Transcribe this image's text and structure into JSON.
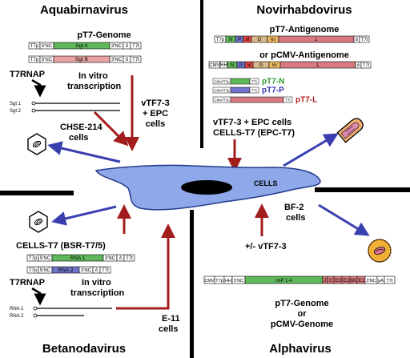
{
  "quadrants": {
    "top_left": {
      "title": "Aquabirnavirus"
    },
    "top_right": {
      "title": "Novirhabdovirus"
    },
    "bottom_left": {
      "title": "Betanodavirus"
    },
    "bottom_right": {
      "title": "Alphavirus"
    }
  },
  "aquabirnavirus": {
    "heading": "pT7-Genome",
    "construct_a": [
      "T7p",
      "5'NC",
      "Sgt A",
      "3'NC",
      "δ",
      "T7t"
    ],
    "construct_b": [
      "T7p",
      "5'NC",
      "Sgt B",
      "3'NC",
      "δ",
      "T7t"
    ],
    "polymerase": "T7RNAP",
    "in_vitro": [
      "In vitro",
      "transcription"
    ],
    "segments": [
      "Sgt 1",
      "Sgt 2"
    ],
    "cells": [
      "CHSE-214",
      "cells"
    ],
    "helper": [
      "vTF7-3",
      "+ EPC",
      "cells"
    ]
  },
  "novirhabdovirus": {
    "heading": "pT7-Antigenome",
    "construct_t7": [
      "T7p",
      "N",
      "P",
      "M",
      "G",
      "NV",
      "L",
      "δ",
      "T7t"
    ],
    "or_label": "or pCMV-Antigenome",
    "construct_cmv": [
      "CMV",
      "HH",
      "N",
      "P",
      "M",
      "G",
      "NV",
      "L",
      "δ",
      "T7t"
    ],
    "support_plasmids": [
      {
        "prefix": "CMV/T7p",
        "gene": "N",
        "suffix": "T7t",
        "label": "pT7-N"
      },
      {
        "prefix": "CMV/T7p",
        "gene": "P",
        "suffix": "T7t",
        "label": "pT7-P"
      },
      {
        "prefix": "CMV/T7p",
        "gene": "L",
        "suffix": "T7t",
        "label": "pT7-L"
      }
    ],
    "cells": [
      "vTF7-3 + EPC cells",
      "CELLS-T7 (EPC-T7)"
    ]
  },
  "center": {
    "label": "CELLS"
  },
  "betanodavirus": {
    "cells_top": "CELLS-T7 (BSR-T7/5)",
    "construct_1": [
      "T7p",
      "5'NC",
      "RNA 1",
      "3'NC",
      "δ",
      "T7t"
    ],
    "construct_2": [
      "T7p",
      "5'NC",
      "RNA 2",
      "3'NC",
      "δ",
      "T7t"
    ],
    "polymerase": "T7RNAP",
    "in_vitro": [
      "In vitro",
      "transcription"
    ],
    "rnas": [
      "RNA 1",
      "RNA 2"
    ],
    "cells": [
      "E-11",
      "cells"
    ]
  },
  "alphavirus": {
    "cells": [
      "BF-2",
      "cells"
    ],
    "helper": "+/- vTF7-3",
    "construct": [
      "CMV",
      "T7p",
      "HH",
      "5'NC",
      "nsP 1-4",
      "J",
      "C",
      "E3",
      "E2",
      "6K",
      "E1",
      "3'NC",
      "pA",
      "T7t"
    ],
    "caption": [
      "pT7-Genome",
      "or",
      "pCMV-Genome"
    ]
  },
  "colors": {
    "red_arrow": "#a31d1d",
    "blue_arrow": "#3a3fb0",
    "cell_fill": "#8fa8ea",
    "gene_green": "#5fb85a",
    "gene_blue": "#6f74c9",
    "gene_red": "#d87a80",
    "gene_tan": "#d8b98a",
    "pink_gene": "#e8a3a3",
    "label_green": "#2a9a2a",
    "label_blue": "#3030b0",
    "label_red": "#b02020"
  }
}
